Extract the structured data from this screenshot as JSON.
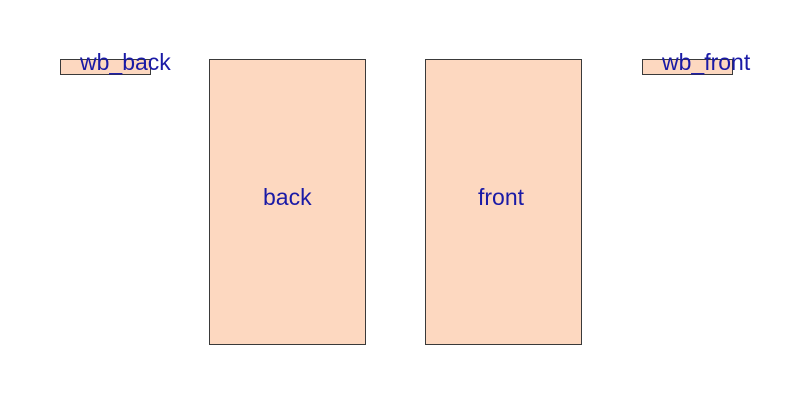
{
  "diagram": {
    "fill_color": "#fdd8c0",
    "label_color": "#1a1aa6",
    "nodes": [
      {
        "id": "wb_back",
        "label": "wb_back",
        "shape": "strip"
      },
      {
        "id": "back",
        "label": "back",
        "shape": "panel"
      },
      {
        "id": "front",
        "label": "front",
        "shape": "panel"
      },
      {
        "id": "wb_front",
        "label": "wb_front",
        "shape": "strip"
      }
    ]
  }
}
